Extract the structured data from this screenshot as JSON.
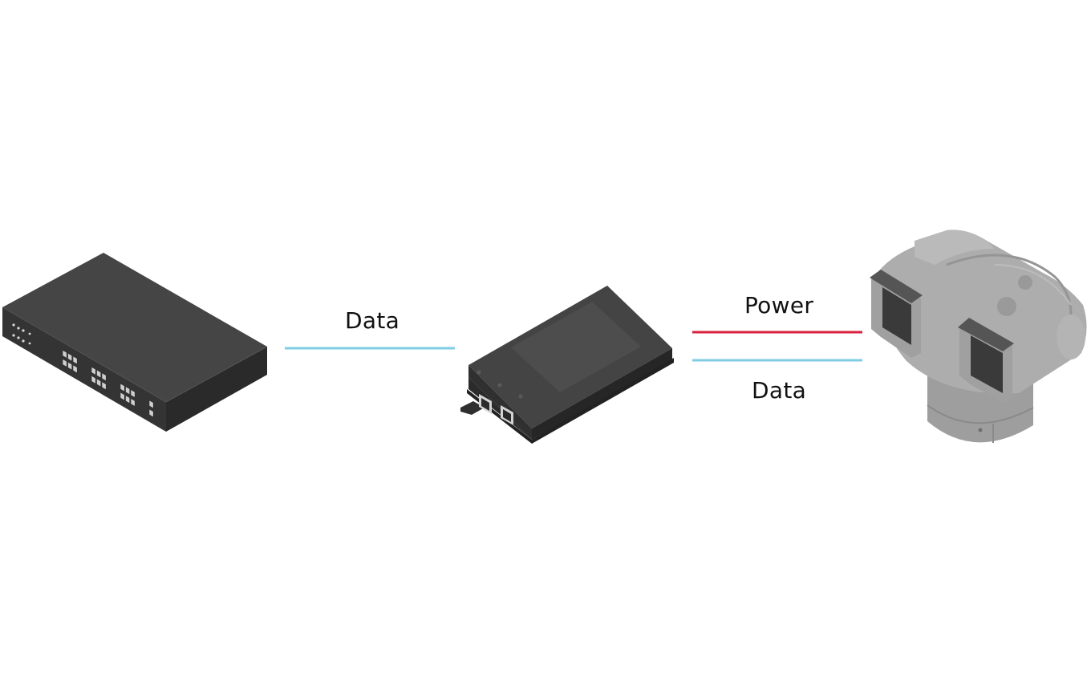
{
  "colors": {
    "background": "#ffffff",
    "data_line": "#7fcde3",
    "power_line": "#d8213d",
    "device_dark": "#3c3c3c",
    "camera_gray": "#a9a9a9"
  },
  "devices": [
    {
      "id": "switch",
      "icon": "network-switch-icon"
    },
    {
      "id": "injector",
      "icon": "poe-injector-icon"
    },
    {
      "id": "camera",
      "icon": "ptz-camera-icon"
    }
  ],
  "connections": {
    "switch_to_injector": {
      "label": "Data",
      "type": "data"
    },
    "injector_to_camera": [
      {
        "label": "Power",
        "type": "power"
      },
      {
        "label": "Data",
        "type": "data"
      }
    ]
  }
}
